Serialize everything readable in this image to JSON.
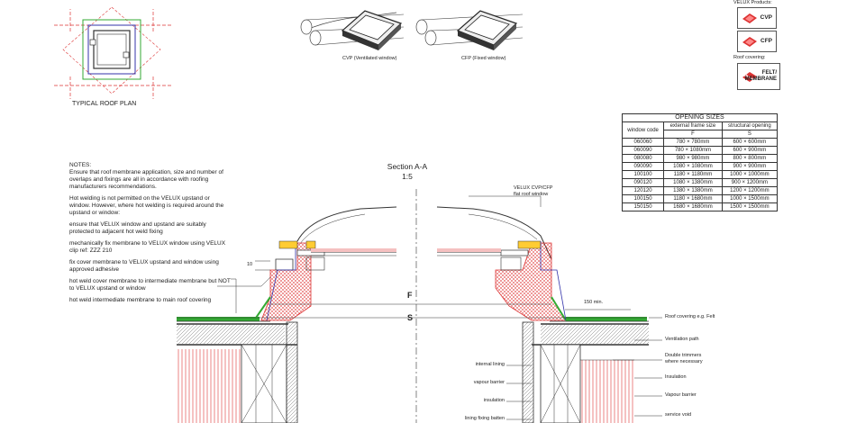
{
  "plan": {
    "caption": "TYPICAL ROOF PLAN"
  },
  "products": {
    "cvp_caption": "CVP (Ventilated window)",
    "cfp_caption": "CFP (Fixed window)",
    "legend_title": "VELUX Products:",
    "cvp_label": "CVP",
    "cfp_label": "CFP",
    "roof_title": "Roof covering:",
    "felt_label_1": "FELT/",
    "felt_label_2": "MEMBRANE"
  },
  "opening_sizes": {
    "title": "OPENING SIZES",
    "headers": [
      "window code",
      "external frame size",
      "structural opening"
    ],
    "subheaders": [
      "",
      "F",
      "S"
    ],
    "rows": [
      [
        "060060",
        "780 × 780mm",
        "600 × 600mm"
      ],
      [
        "060090",
        "780 × 1080mm",
        "600 × 900mm"
      ],
      [
        "080080",
        "980 × 980mm",
        "800 × 800mm"
      ],
      [
        "090090",
        "1080 × 1080mm",
        "900 × 900mm"
      ],
      [
        "100100",
        "1180 × 1180mm",
        "1000 × 1000mm"
      ],
      [
        "090120",
        "1080 × 1380mm",
        "900 × 1200mm"
      ],
      [
        "120120",
        "1380 × 1380mm",
        "1200 × 1200mm"
      ],
      [
        "100150",
        "1180 × 1680mm",
        "1000 × 1500mm"
      ],
      [
        "150150",
        "1680 × 1680mm",
        "1500 × 1500mm"
      ]
    ]
  },
  "notes": {
    "heading": "NOTES:",
    "n1": "Ensure that roof membrane application, size and number of overlaps and fixings are all in accordance with roofing manufacturers recommendations.",
    "n2": "Hot welding is not permitted on the VELUX upstand or window. However, where hot welding is required around the upstand or window:",
    "n3": "ensure that VELUX window and upstand are suitably protected to adjacent hot weld fixing",
    "n4": "mechanically fix membrane to VELUX window using VELUX clip ref: ZZZ 210",
    "n5": "fix cover membrane to VELUX upstand and window using approved adhesive",
    "n6": "hot weld cover membrane to intermediate membrane but NOT to VELUX upstand or window",
    "n7": "hot weld intermediate membrane to main roof covering"
  },
  "section": {
    "title": "Section A-A",
    "scale": "1:5",
    "window_label_1": "VELUX CVP/CFP",
    "window_label_2": "flat roof window",
    "dim_10": "10",
    "dim_F": "F",
    "dim_S": "S",
    "dim_150": "150 min.",
    "roof_covering": "Roof covering e.g. Felt",
    "ventilation": "Ventilation path",
    "double_trimmers_1": "Double trimmers",
    "double_trimmers_2": "where necessary",
    "insulation_r": "Insulation",
    "vapour_barrier_r": "Vapour barrier",
    "service_void": "service void",
    "internal_lining": "internal lining",
    "vapour_barrier_l": "vapour barrier",
    "insulation_l": "insulation",
    "lining_batten": "lining fixing batten"
  }
}
